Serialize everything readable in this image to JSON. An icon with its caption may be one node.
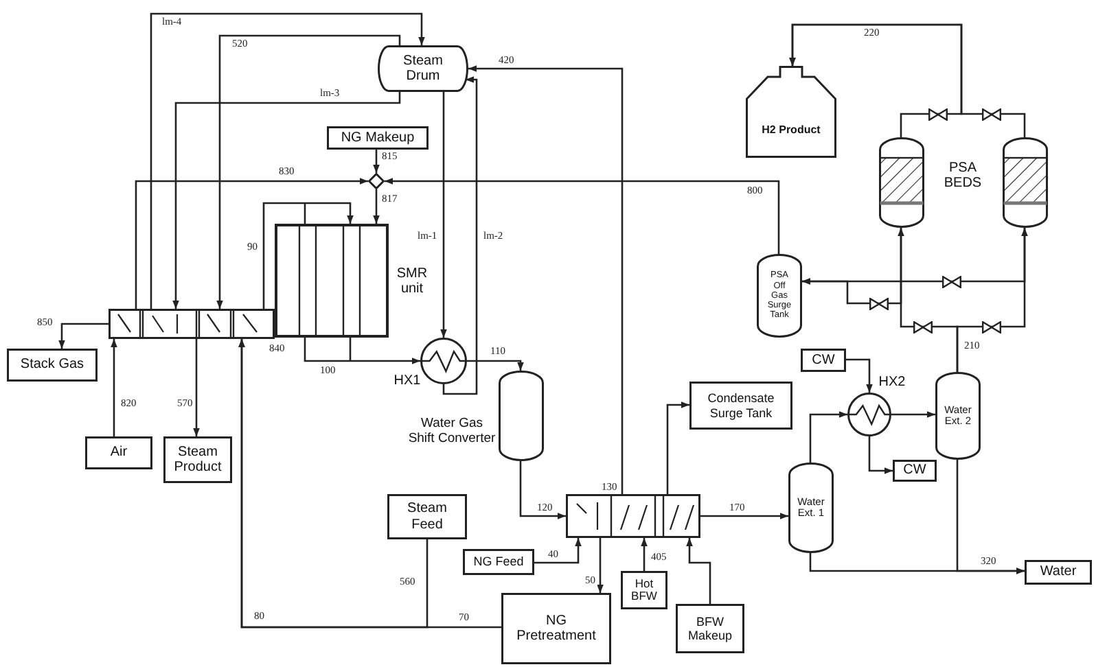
{
  "diagram": {
    "nodes": [
      {
        "text": [
          "Steam Drum"
        ]
      },
      {
        "text": [
          "H2 Product"
        ]
      },
      {
        "text": [
          "NG Makeup"
        ]
      },
      {
        "text": [],
        "shape": "diamond"
      },
      {
        "text": [],
        "shape": "cylinder"
      },
      {
        "text": [],
        "shape": "cylinder"
      },
      {
        "text": [
          "SMR unit"
        ]
      },
      {
        "text": [
          "PSA Off Gas Surge Tank"
        ]
      },
      {
        "text": [],
        "shape": "box"
      },
      {
        "text": [
          "Stack Gas"
        ]
      },
      {
        "text": [
          "HX1"
        ]
      },
      {
        "text": [
          "CW"
        ]
      },
      {
        "text": [
          "Water Gas Shift Converter"
        ]
      },
      {
        "text": [
          "Water Ext. 2"
        ]
      },
      {
        "text": [
          "Condensate Surge Tank"
        ]
      },
      {
        "text": [
          "HX2"
        ]
      },
      {
        "text": [
          "Air"
        ]
      },
      {
        "text": [
          "Steam Product"
        ]
      },
      {
        "text": [
          "CW"
        ]
      },
      {
        "text": [
          "Water Ext. 1"
        ]
      },
      {
        "text": [
          "Steam Feed"
        ]
      },
      {
        "text": [],
        "shape": "box"
      },
      {
        "text": [
          "NG Feed"
        ]
      },
      {
        "text": [
          "Water"
        ]
      },
      {
        "text": [
          "Hot BFW"
        ]
      },
      {
        "text": [
          "NG Pretreatment"
        ]
      },
      {
        "text": [
          "BFW Makeup"
        ]
      }
    ],
    "edges": [
      {
        "from": 8,
        "to": 0,
        "arrow": "to",
        "label": "lm-4"
      },
      {
        "from": 0,
        "to": 8,
        "arrow": "to",
        "label": "520"
      },
      {
        "from": 0,
        "to": 8,
        "arrow": "to",
        "label": "lm-3"
      },
      {
        "from": 8,
        "to": 3,
        "arrow": "to",
        "label": "830"
      },
      {
        "from": 2,
        "to": 3,
        "arrow": "to",
        "label": "815"
      },
      {
        "from": 7,
        "to": 3,
        "arrow": "to",
        "label": "800"
      },
      {
        "from": 3,
        "to": 6,
        "arrow": "to",
        "label": "817"
      },
      {
        "from": 8,
        "to": 6,
        "arrow": "to",
        "label": "90"
      },
      {
        "from": 0,
        "to": 10,
        "arrow": "to",
        "label": "lm-1"
      },
      {
        "from": 10,
        "to": 0,
        "arrow": "to",
        "label": "lm-2"
      },
      {
        "from": 21,
        "to": 0,
        "arrow": "to",
        "label": "420"
      },
      {
        "from": 6,
        "to": 10,
        "arrow": "to",
        "label": "100"
      },
      {
        "from": 10,
        "to": 12,
        "arrow": "to",
        "label": "110"
      },
      {
        "from": 8,
        "to": 9,
        "arrow": "to",
        "label": "850"
      },
      {
        "from": 16,
        "to": 8,
        "arrow": "to",
        "label": "820"
      },
      {
        "from": 8,
        "to": 17,
        "arrow": "to",
        "label": "570"
      },
      {
        "from": 25,
        "to": 8,
        "arrow": "to",
        "label": "70"
      },
      {
        "from": 20,
        "to": 8,
        "arrow": "to",
        "label": "560"
      },
      {
        "from": 12,
        "to": 21,
        "arrow": "to",
        "label": "120"
      },
      {
        "from": 22,
        "to": 21,
        "arrow": "to",
        "label": "40"
      },
      {
        "from": 21,
        "to": 25,
        "arrow": "to",
        "label": "50"
      },
      {
        "from": 24,
        "to": 21,
        "arrow": "to",
        "label": "405"
      },
      {
        "from": 26,
        "to": 21,
        "arrow": "to"
      },
      {
        "from": 21,
        "to": 14,
        "arrow": "to"
      },
      {
        "from": 21,
        "to": 19,
        "arrow": "to",
        "label": "170"
      },
      {
        "from": 19,
        "to": 15,
        "arrow": "to"
      },
      {
        "from": 11,
        "to": 15,
        "arrow": "to"
      },
      {
        "from": 15,
        "to": 18,
        "arrow": "to"
      },
      {
        "from": 15,
        "to": 13,
        "arrow": "to"
      },
      {
        "from": 13,
        "to": 4,
        "arrow": "to",
        "label": "210"
      },
      {
        "from": 13,
        "to": 5,
        "arrow": "to"
      },
      {
        "from": 4,
        "to": 1,
        "arrow": "to",
        "label": "220"
      },
      {
        "from": 5,
        "to": 1,
        "arrow": "to"
      },
      {
        "from": 4,
        "to": 7,
        "arrow": "to"
      },
      {
        "from": 5,
        "to": 7,
        "arrow": "to"
      },
      {
        "from": 19,
        "to": 23,
        "arrow": "to",
        "label": "320"
      },
      {
        "from": 13,
        "to": 23,
        "arrow": "to"
      }
    ],
    "labels": [
      "PSA BEDS",
      "840",
      "130",
      "80"
    ]
  }
}
